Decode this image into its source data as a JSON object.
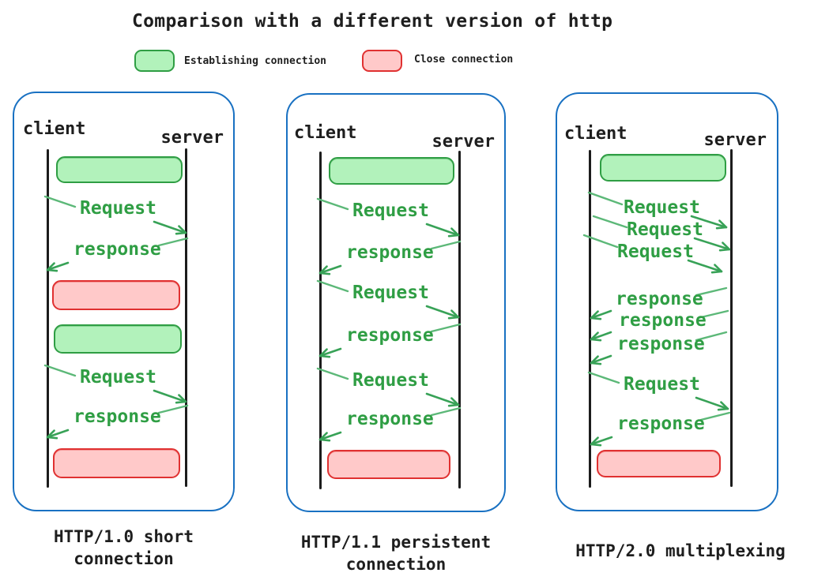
{
  "title": "Comparison with a different version of http",
  "legend": {
    "establishing_label": "Establishing connection",
    "close_label": "Close connection"
  },
  "colors": {
    "panel_border": "#1971c2",
    "establish_fill": "#b2f2bb",
    "establish_border": "#2f9e44",
    "close_fill": "#ffc9c9",
    "close_border": "#e03131",
    "message_green": "#2f9e44",
    "lifeline": "#1c1c1c",
    "text_dark": "#1e1e1e"
  },
  "panels": [
    {
      "id": "http-1-0",
      "client": "client",
      "server": "server",
      "caption_lines": [
        "HTTP/1.0 short",
        "connection"
      ],
      "sequence": [
        "establish-connection",
        "request",
        "response",
        "close-connection",
        "establish-connection",
        "request",
        "response",
        "close-connection"
      ],
      "messages": [
        "Request",
        "response",
        "Request",
        "response"
      ]
    },
    {
      "id": "http-1-1",
      "client": "client",
      "server": "server",
      "caption_lines": [
        "HTTP/1.1 persistent",
        "connection"
      ],
      "sequence": [
        "establish-connection",
        "request",
        "response",
        "request",
        "response",
        "request",
        "response",
        "close-connection"
      ],
      "messages": [
        "Request",
        "response",
        "Request",
        "response",
        "Request",
        "response"
      ]
    },
    {
      "id": "http-2-0",
      "client": "client",
      "server": "server",
      "caption_lines": [
        "HTTP/2.0 multiplexing"
      ],
      "sequence": [
        "establish-connection",
        "request",
        "request",
        "request",
        "response",
        "response",
        "response",
        "request",
        "response",
        "close-connection"
      ],
      "messages": [
        "Request",
        "Request",
        "Request",
        "response",
        "response",
        "response",
        "Request",
        "response"
      ]
    }
  ]
}
